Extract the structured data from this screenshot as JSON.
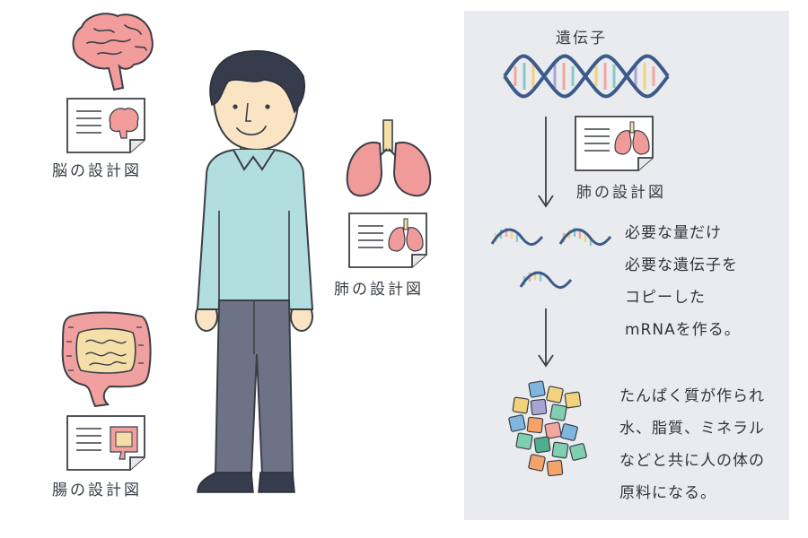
{
  "left_labels": {
    "brain": "脳の設計図",
    "intestine": "腸の設計図",
    "lung": "肺の設計図"
  },
  "panel": {
    "gene_label": "遺伝子",
    "lung_doc_label": "肺の設計図",
    "mrna_text": [
      "必要な量だけ",
      "必要な遺伝子を",
      "コピーした",
      "mRNAを作る。"
    ],
    "protein_text": [
      "たんぱく質が作られ",
      "水、脂質、ミネラル",
      "などと共に人の体の",
      "原料になる。"
    ]
  },
  "colors": {
    "panel_bg": "#e9ebee",
    "organ_pink": "#f09a9a",
    "shirt": "#b3dedf",
    "pants": "#6e7287",
    "skin": "#fbe4c4",
    "hair": "#363c4c"
  },
  "icons": [
    "brain-icon",
    "lung-icon",
    "intestine-icon",
    "document-icon",
    "dna-helix-icon",
    "mrna-strand-icon",
    "protein-blocks-icon",
    "arrow-down-icon",
    "person-figure"
  ]
}
